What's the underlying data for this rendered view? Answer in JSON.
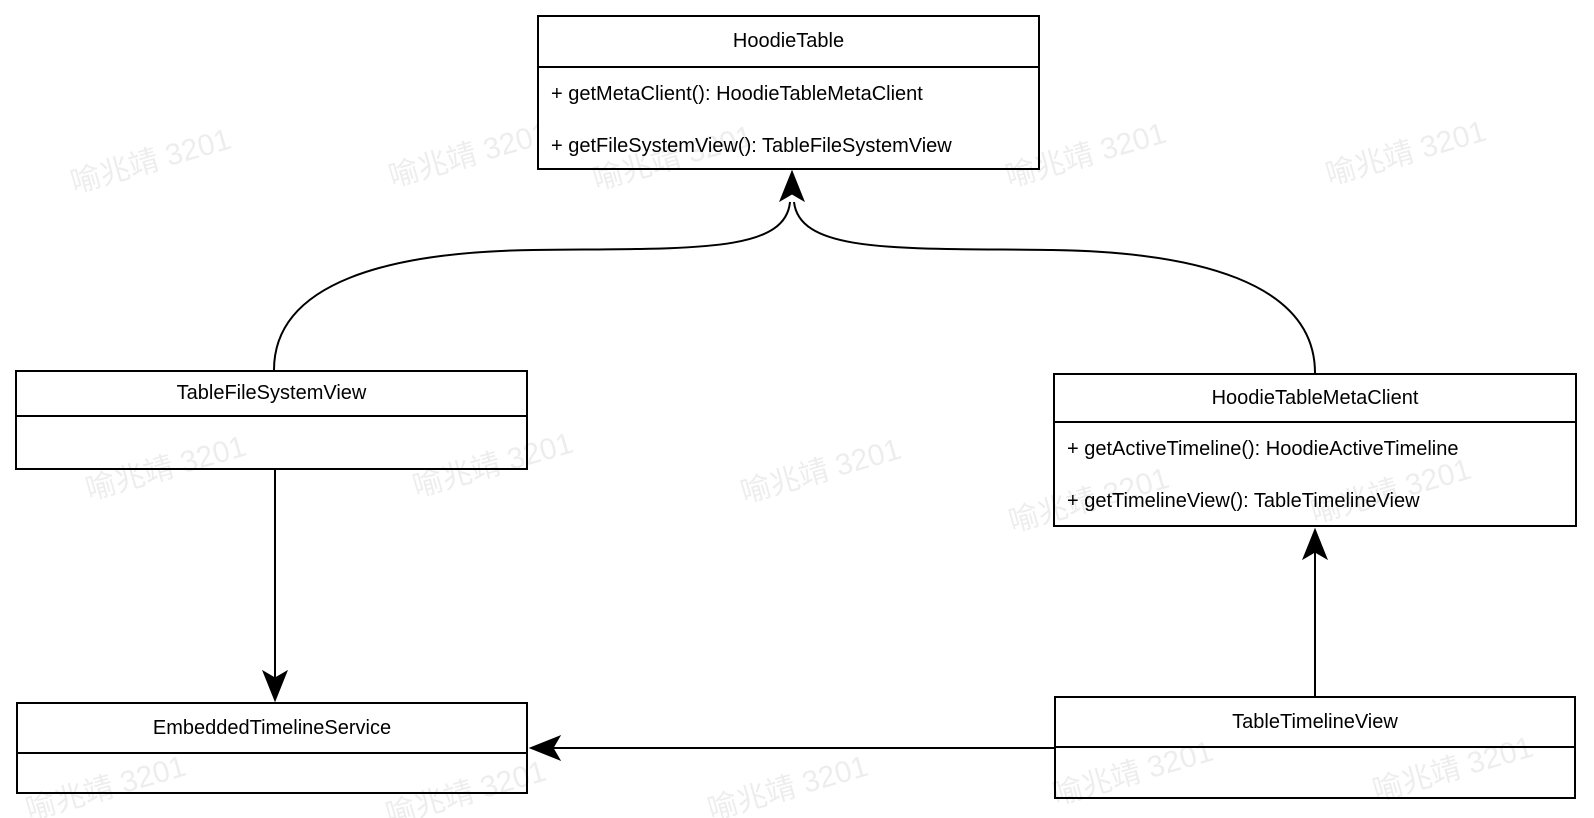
{
  "diagram": {
    "watermark": {
      "text": "喻兆靖 3201"
    },
    "classes": [
      {
        "name": "HoodieTable",
        "methods": [
          "+ getMetaClient(): HoodieTableMetaClient",
          "+ getFileSystemView(): TableFileSystemView"
        ]
      },
      {
        "name": "TableFileSystemView",
        "methods": []
      },
      {
        "name": "HoodieTableMetaClient",
        "methods": [
          "+ getActiveTimeline(): HoodieActiveTimeline",
          "+ getTimelineView(): TableTimelineView"
        ]
      },
      {
        "name": "EmbeddedTimelineService",
        "methods": []
      },
      {
        "name": "TableTimelineView",
        "methods": []
      }
    ],
    "relationships": [
      {
        "from": "TableFileSystemView",
        "to": "HoodieTable",
        "style": "curved-solid-arrow"
      },
      {
        "from": "HoodieTableMetaClient",
        "to": "HoodieTable",
        "style": "curved-solid-arrow"
      },
      {
        "from": "TableFileSystemView",
        "to": "EmbeddedTimelineService",
        "style": "straight-solid-arrow"
      },
      {
        "from": "TableTimelineView",
        "to": "HoodieTableMetaClient",
        "style": "straight-solid-arrow"
      },
      {
        "from": "TableTimelineView",
        "to": "EmbeddedTimelineService",
        "style": "straight-solid-arrow"
      }
    ],
    "colors": {
      "stroke": "#000000",
      "background": "#ffffff",
      "watermark_gray": "rgba(0,0,0,0.07)"
    }
  }
}
